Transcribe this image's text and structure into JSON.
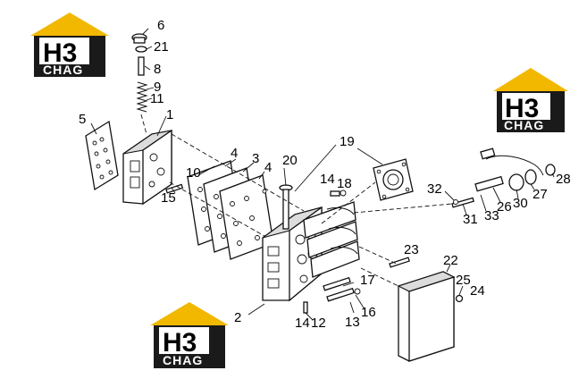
{
  "logo": {
    "letters": "H3",
    "word": "CHAG",
    "colors": {
      "roof": "#f2b800",
      "panel": "#1a1a1a",
      "letters_bg": "#ffffff"
    }
  },
  "callouts": {
    "c1": "1",
    "c2": "2",
    "c3": "3",
    "c4a": "4",
    "c4b": "4",
    "c5": "5",
    "c6": "6",
    "c8": "8",
    "c9": "9",
    "c10": "10",
    "c11": "11",
    "c12": "12",
    "c13": "13",
    "c14a": "14",
    "c14b": "14",
    "c15": "15",
    "c16": "16",
    "c17": "17",
    "c18": "18",
    "c19": "19",
    "c20": "20",
    "c21": "21",
    "c22": "22",
    "c23": "23",
    "c24": "24",
    "c25": "25",
    "c26": "26",
    "c27": "27",
    "c28": "28",
    "c30": "30",
    "c31": "31",
    "c32": "32",
    "c33": "33"
  }
}
